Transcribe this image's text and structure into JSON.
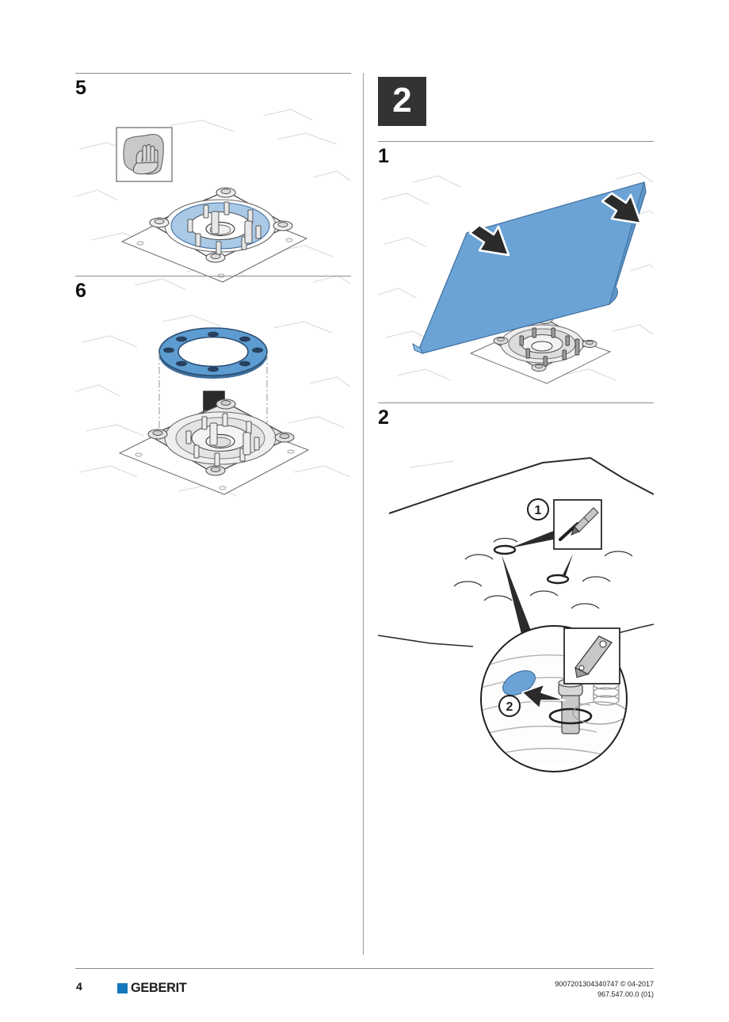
{
  "document": {
    "type": "installation-manual-page",
    "page_number": "4",
    "brand": "GEBERIT",
    "brand_color": "#1478be",
    "membrane_color": "#6ba3d6",
    "ring_color": "#5d9cd0",
    "badge_color": "#333334"
  },
  "left_column": {
    "steps": [
      {
        "number": "5",
        "caption_icon": "cleaning-cloth-hand-icon",
        "illustration": "drain-base-plate-with-blue-sealing-ring"
      },
      {
        "number": "6",
        "illustration": "blue-clamping-ring-lowered-onto-base-plate",
        "arrow": "down-arrow"
      }
    ]
  },
  "right_column": {
    "chapter": "2",
    "steps": [
      {
        "number": "1",
        "illustration": "blue-waterproof-membrane-sheet-laid-over-drain",
        "arrows": [
          "down-arrow-left",
          "down-arrow-right"
        ]
      },
      {
        "number": "2",
        "illustration": "membrane-marking-and-cutting-detail",
        "callouts": [
          {
            "label": "1",
            "inset_icon": "pencil-icon"
          },
          {
            "label": "2",
            "inset_icon": "utility-knife-icon"
          }
        ]
      }
    ]
  },
  "footer": {
    "page": "4",
    "logo": "GEBERIT",
    "code_line_1": "9007201304340747 © 04-2017",
    "code_line_2": "967.547.00.0 (01)"
  }
}
